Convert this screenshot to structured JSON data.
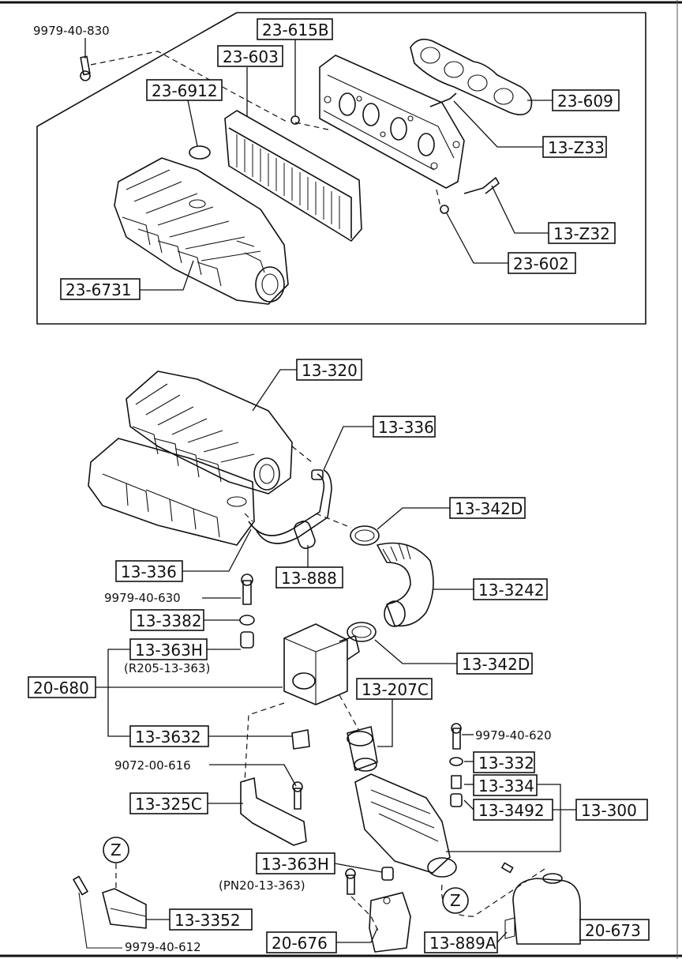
{
  "callouts": {
    "p9979_40_830": "9979-40-830",
    "p23_615B": "23-615B",
    "p23_603": "23-603",
    "p23_6912": "23-6912",
    "p23_609": "23-609",
    "p13_Z33": "13-Z33",
    "p13_Z32": "13-Z32",
    "p23_602": "23-602",
    "p23_6731": "23-6731",
    "p13_320": "13-320",
    "p13_336_top": "13-336",
    "p13_342D_top": "13-342D",
    "p13_336_left": "13-336",
    "p13_888": "13-888",
    "p13_3242": "13-3242",
    "p9979_40_630": "9979-40-630",
    "p13_3382": "13-3382",
    "p13_363H_top": "13-363H",
    "r205": "(R205-13-363)",
    "p20_680": "20-680",
    "p13_342D_bottom": "13-342D",
    "p13_207C": "13-207C",
    "p13_3632": "13-3632",
    "p9979_40_620": "9979-40-620",
    "p13_332": "13-332",
    "p9072_00_616": "9072-00-616",
    "p13_334": "13-334",
    "p13_325C": "13-325C",
    "p13_3492": "13-3492",
    "p13_300": "13-300",
    "z_left": "Z",
    "p13_363H_bottom": "13-363H",
    "pn20": "(PN20-13-363)",
    "z_right": "Z",
    "p13_3352": "13-3352",
    "p20_673": "20-673",
    "p9979_40_612": "9979-40-612",
    "p20_676": "20-676",
    "p13_889A": "13-889A"
  }
}
